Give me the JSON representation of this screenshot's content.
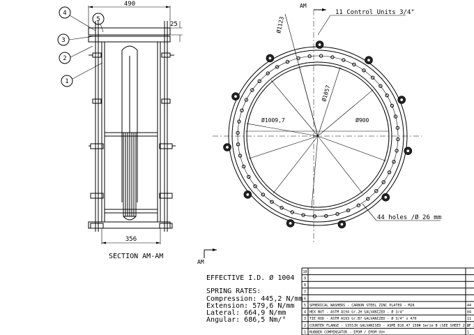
{
  "section": {
    "dims": {
      "top": "490",
      "right": "25",
      "bottom": "356"
    },
    "balloons": [
      "1",
      "2",
      "3",
      "4",
      "5"
    ],
    "caption": "SECTION AM-AM"
  },
  "plan": {
    "section_mark": "AM",
    "labels": {
      "control_units": "11 Control Units 3/4\"",
      "d_outer": "Ø1123",
      "d_bolt_circle": "Ø1057",
      "d_flange": "Ø1009,7",
      "d_inner": "Ø900",
      "holes": "44 holes /Ø 26 mm"
    },
    "control_unit_count": 11,
    "hole_count": 44
  },
  "specs": {
    "effective_id": "EFFECTIVE I.D. Ø 1004",
    "spring_title": "SPRING RATES:",
    "rates": [
      "Compression: 445,2 N/mm",
      "Extension: 579,6 N/mm",
      "Lateral: 664,9 N/mm",
      "Angular: 686,5 Nm/°"
    ]
  },
  "bom": {
    "rows": [
      {
        "no": "10",
        "desc": "",
        "qty": ""
      },
      {
        "no": "9",
        "desc": "",
        "qty": ""
      },
      {
        "no": "8",
        "desc": "",
        "qty": ""
      },
      {
        "no": "7",
        "desc": "",
        "qty": ""
      },
      {
        "no": "6",
        "desc": "",
        "qty": ""
      },
      {
        "no": "5",
        "desc": "SPHERICAL WASHERS - CARBON STEEL ZINC PLATED - M28",
        "qty": "44"
      },
      {
        "no": "4",
        "desc": "HEX NUT - ASTM A194 Gr.2H GALVANIZED   -   Ø 3/4\"",
        "qty": "84"
      },
      {
        "no": "3",
        "desc": "TIE ROD - ASTM A193 Gr.B7 GALVANIZED  -   Ø 3/4\" x 470",
        "qty": "11"
      },
      {
        "no": "2",
        "desc": "COUNTER FLANGE - S355JR GALVANISED - ASME B16.47 150# Serie B (SEE SHEET 2 OF 2)",
        "qty": "2"
      },
      {
        "no": "1",
        "desc": "RUBBER COMPENSATOR - EPDM / EPDM UV+",
        "qty": "1"
      }
    ]
  }
}
